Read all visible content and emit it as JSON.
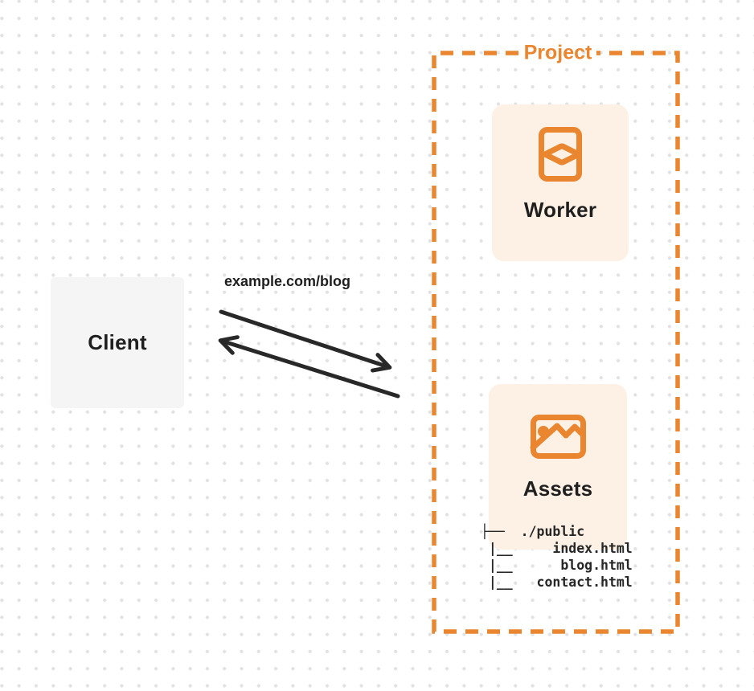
{
  "client": {
    "label": "Client"
  },
  "request": {
    "url": "example.com/blog"
  },
  "project": {
    "label": "Project",
    "worker": {
      "label": "Worker",
      "icon": "code-file-icon"
    },
    "assets": {
      "label": "Assets",
      "icon": "image-icon",
      "file_tree": "├──  ./public\n |__     index.html\n |__      blog.html\n |__   contact.html"
    }
  },
  "colors": {
    "accent_orange": "#EA8630",
    "card_background": "#FCF1E4",
    "client_background": "#F5F5F6",
    "arrow": "#282828",
    "text": "#1F1F1F",
    "dot_grid": "#E2E2E6"
  }
}
